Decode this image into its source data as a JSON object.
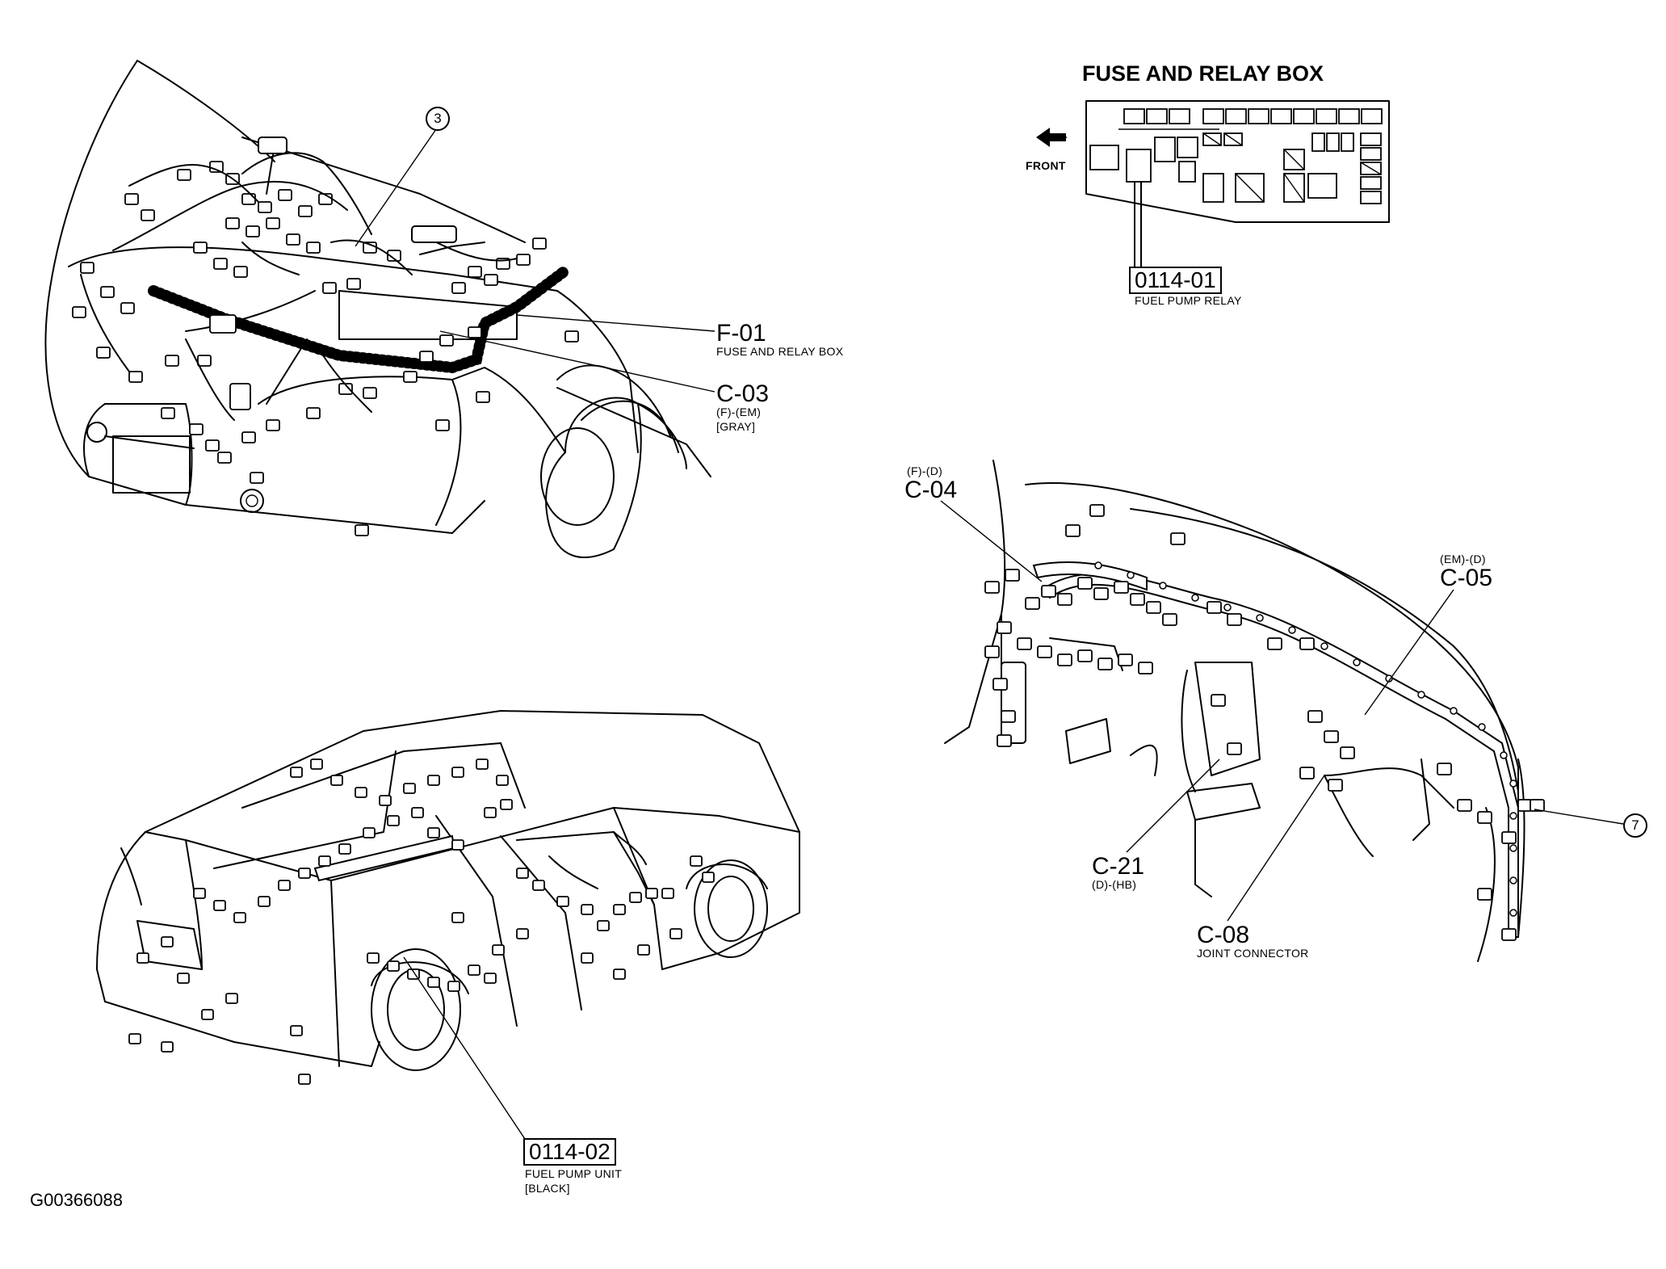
{
  "fuse_box": {
    "title": "FUSE AND RELAY BOX",
    "front_label": "FRONT",
    "relay_code": "0114-01",
    "relay_name": "FUEL PUMP RELAY"
  },
  "engine_bay": {
    "callout": "3",
    "f01": {
      "code": "F-01",
      "desc": "FUSE AND RELAY BOX"
    },
    "c03": {
      "code": "C-03",
      "line1": "(F)-(EM)",
      "line2": "[GRAY]"
    }
  },
  "dashboard": {
    "c04": {
      "code": "C-04",
      "sub": "(F)-(D)"
    },
    "c05": {
      "code": "C-05",
      "sub": "(EM)-(D)"
    },
    "c21": {
      "code": "C-21",
      "sub": "(D)-(HB)"
    },
    "c08": {
      "code": "C-08",
      "desc": "JOINT CONNECTOR"
    },
    "callout": "7"
  },
  "rear_body": {
    "pump_code": "0114-02",
    "pump_name": "FUEL PUMP UNIT",
    "pump_color": "[BLACK]"
  },
  "figure_id": "G00366088"
}
